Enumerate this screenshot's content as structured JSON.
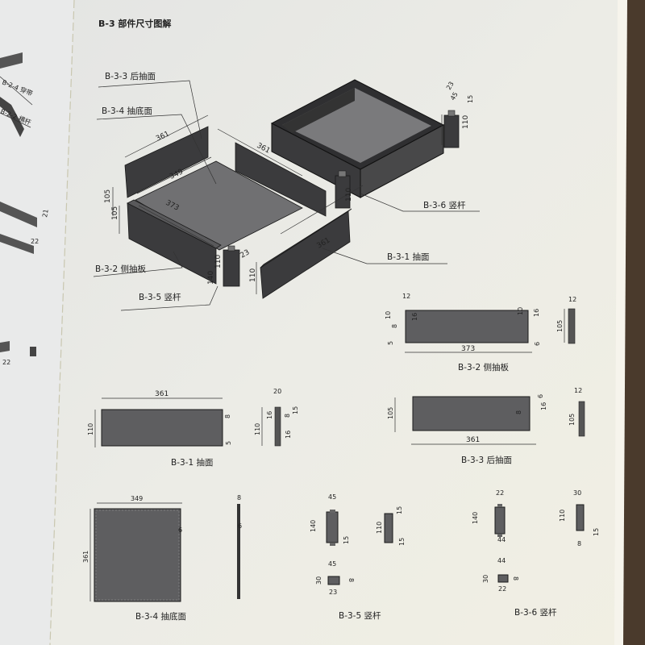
{
  "page_title": "B-3 部件尺寸图解",
  "left_page": {
    "labels": [
      "B-2-4 穿带",
      "B-2-2 横杆"
    ],
    "dims": [
      "21",
      "22",
      "22"
    ]
  },
  "isometric": {
    "callouts": {
      "b333": "B-3-3 后抽面",
      "b334": "B-3-4 抽底面",
      "b332": "B-3-2 侧抽板",
      "b335": "B-3-5 竖杆",
      "b336": "B-3-6 竖杆",
      "b331": "B-3-1 抽面"
    },
    "dims": {
      "back_len": "361",
      "side_len": "361",
      "bottom_w": "349",
      "bottom_l": "373",
      "back_h": "105",
      "side_h": "105",
      "front_post_h": "110",
      "post_h": "140",
      "post_w": "23",
      "front_len": "361",
      "front_h": "110",
      "box_post_h": "110",
      "p6_a": "23",
      "p6_b": "45",
      "p6_c": "15",
      "p6_h": "110"
    }
  },
  "views": {
    "b332": {
      "caption": "B-3-2 侧抽板",
      "dims": {
        "top_w": "12",
        "l1": "10",
        "l2": "8",
        "l3": "16",
        "l5": "5",
        "r1": "10",
        "r2": "16",
        "r6": "6",
        "length": "373",
        "edge_w": "12",
        "edge_h": "105"
      }
    },
    "b331": {
      "caption": "B-3-1 抽面",
      "dims": {
        "length": "361",
        "height": "110",
        "r8": "8",
        "r5": "5",
        "edge_w": "20",
        "e16a": "16",
        "e8": "8",
        "e15": "15",
        "edge_h": "110",
        "e16b": "16"
      }
    },
    "b333": {
      "caption": "B-3-3 后抽面",
      "dims": {
        "height": "105",
        "length": "361",
        "r6": "6",
        "r16": "16",
        "m8": "8",
        "edge_w": "12",
        "edge_h": "105"
      }
    },
    "b334": {
      "caption": "B-3-4 抽底面",
      "dims": {
        "width": "349",
        "length": "361",
        "edge": "6",
        "thick": "8",
        "tongue": "6"
      }
    },
    "b335": {
      "caption": "B-3-5 竖杆",
      "dims": {
        "w": "45",
        "h": "140",
        "t15": "15",
        "s15a": "15",
        "s_h": "110",
        "s15b": "15",
        "p_w": "45",
        "p_d": "30",
        "p_8": "8",
        "p_23": "23"
      }
    },
    "b336": {
      "caption": "B-3-6 竖杆",
      "dims": {
        "w": "22",
        "h": "140",
        "b44": "44",
        "s_w": "30",
        "s_h": "110",
        "s15": "15",
        "s8": "8",
        "p_w": "44",
        "p_d": "30",
        "p_8": "8",
        "p_22": "22"
      }
    }
  }
}
